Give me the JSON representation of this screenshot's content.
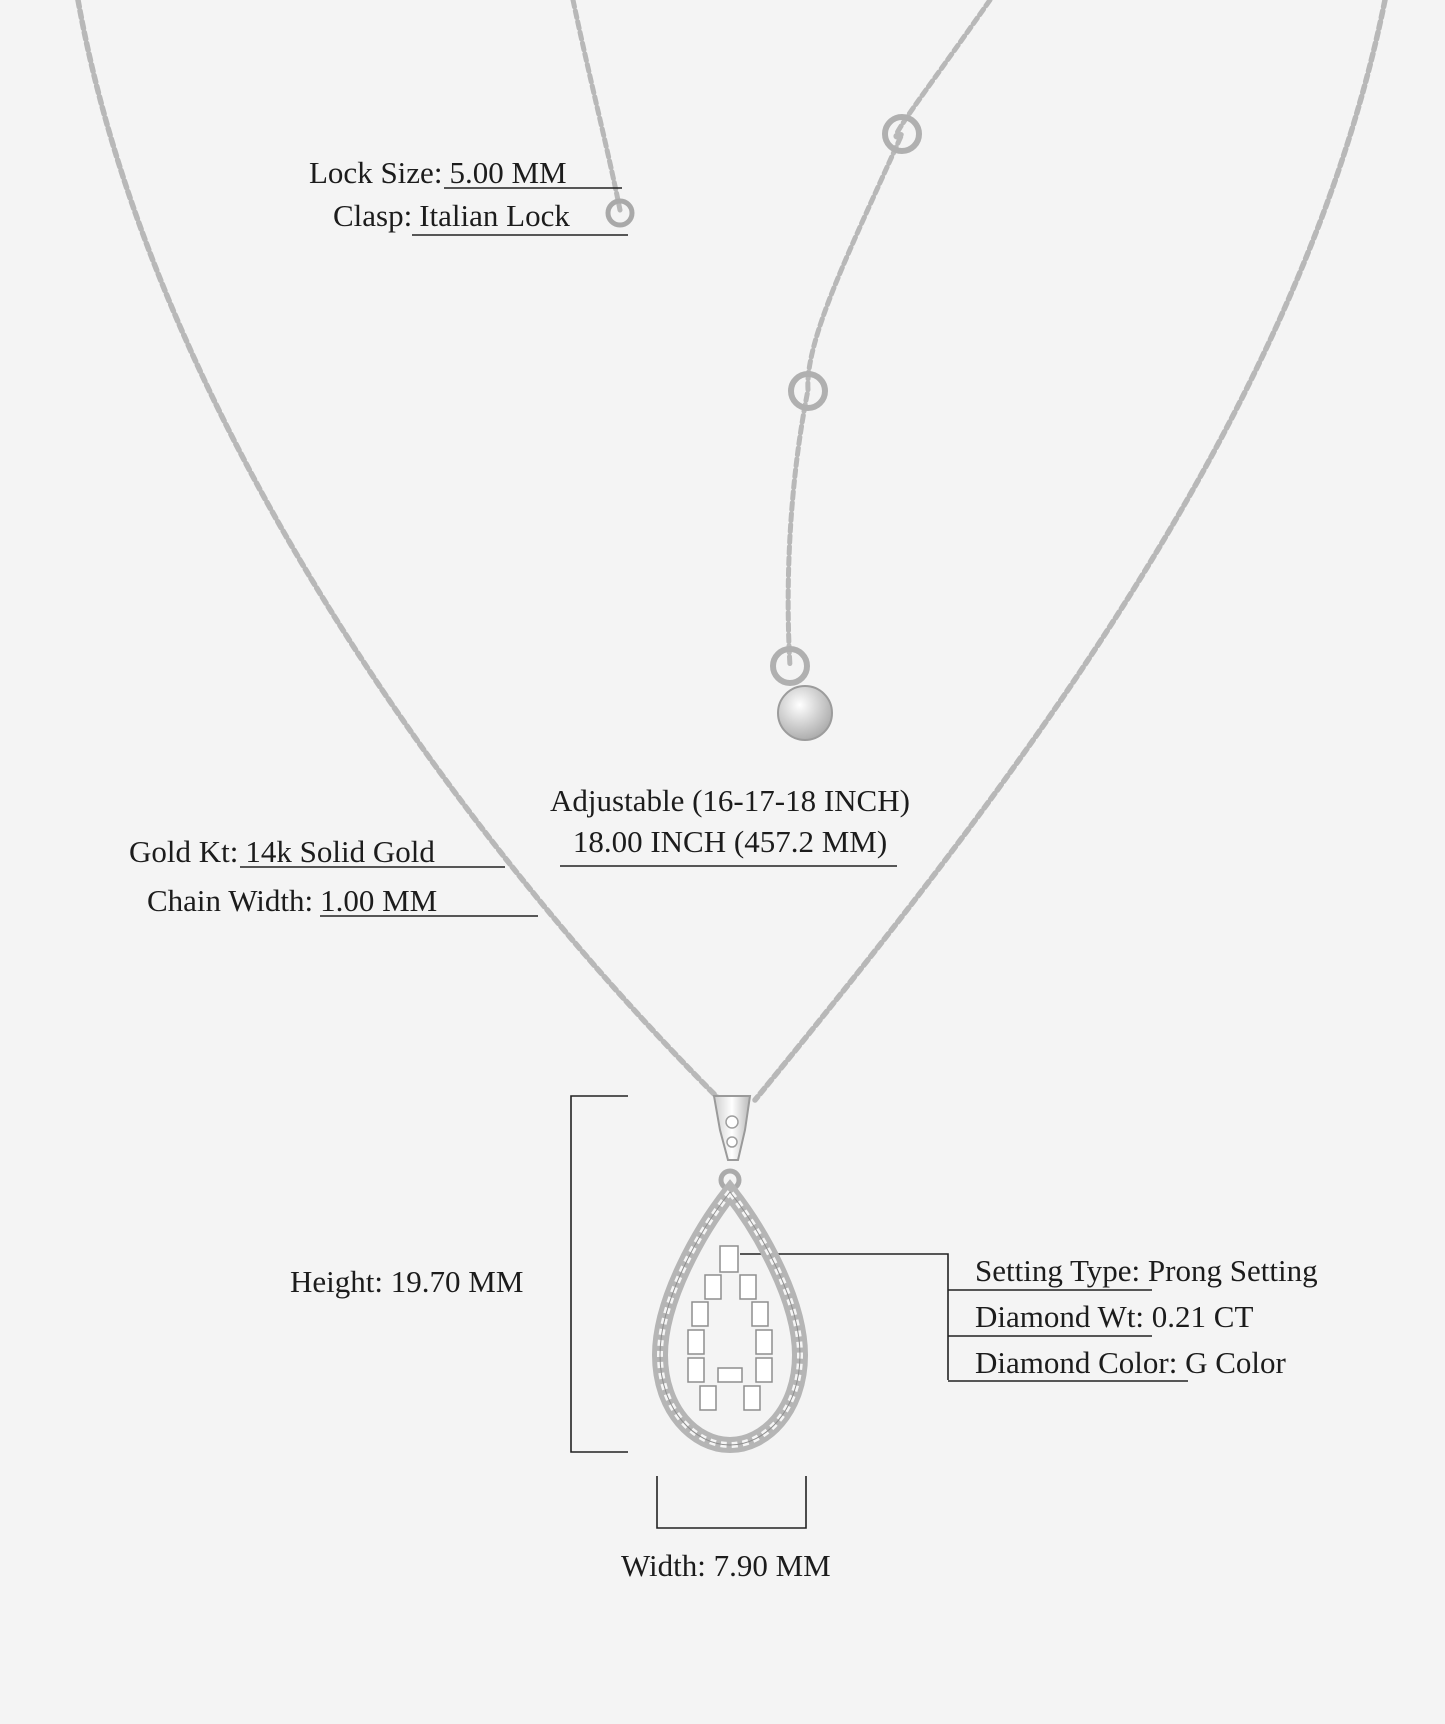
{
  "specs": {
    "lock_size": {
      "label": "Lock Size:",
      "value": "5.00 MM"
    },
    "clasp": {
      "label": "Clasp:",
      "value": "Italian Lock"
    },
    "length": {
      "line1": "Adjustable (16-17-18 INCH)",
      "line2": "18.00 INCH (457.2 MM)"
    },
    "gold_kt": {
      "label": "Gold Kt:",
      "value": "14k Solid Gold"
    },
    "chain_width": {
      "label": "Chain Width:",
      "value": "1.00 MM"
    },
    "height": {
      "label": "Height:",
      "value": "19.70 MM"
    },
    "setting_type": {
      "label": "Setting Type:",
      "value": "Prong Setting"
    },
    "diamond_wt": {
      "label": "Diamond Wt:",
      "value": "0.21 CT"
    },
    "diamond_color": {
      "label": "Diamond Color:",
      "value": "G Color"
    },
    "width": {
      "label": "Width:",
      "value": "7.90 MM"
    }
  },
  "colors": {
    "background": "#f4f4f4",
    "metal": "#bdbdbd",
    "text": "#1c1c1c",
    "line": "#222222"
  },
  "product": {
    "metal": "white gold",
    "pendant_shape": "pear with rope border and baguette diamonds"
  }
}
